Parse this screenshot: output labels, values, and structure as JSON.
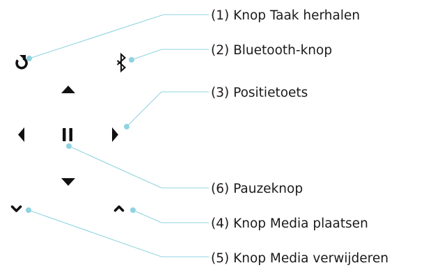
{
  "callouts": {
    "repeat": "(1) Knop Taak herhalen",
    "bluetooth": "(2) Bluetooth-knop",
    "position": "(3) Positietoets",
    "pause": "(6) Pauzeknop",
    "insert_media": "(4) Knop Media plaatsen",
    "remove_media": "(5) Knop Media verwijderen"
  },
  "colors": {
    "leader": "#8fd3e0",
    "icon": "#111111",
    "text": "#1a1a1a",
    "background": "#ffffff"
  },
  "icons": [
    "repeat-icon",
    "bluetooth-icon",
    "arrow-up-icon",
    "arrow-left-icon",
    "pause-icon",
    "arrow-right-icon",
    "arrow-down-icon",
    "chevron-down-icon",
    "chevron-up-icon"
  ]
}
